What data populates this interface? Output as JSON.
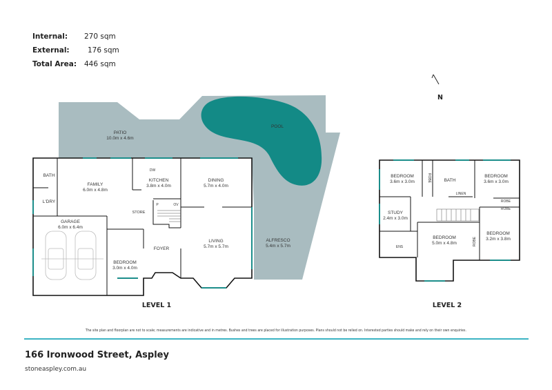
{
  "summary": {
    "internal_label": "Internal:",
    "internal_value": "270 sqm",
    "external_label": "External:",
    "external_value": "176 sqm",
    "total_label": "Total Area:",
    "total_value": "446 sqm"
  },
  "compass": {
    "label": "N"
  },
  "level1": {
    "title": "LEVEL 1",
    "rooms": {
      "patio": {
        "name": "PATIO",
        "size": "10.0m x 4.6m"
      },
      "pool": {
        "name": "POOL"
      },
      "bath": {
        "name": "BATH"
      },
      "family": {
        "name": "FAMILY",
        "size": "6.0m x 4.8m"
      },
      "kitchen": {
        "name": "KITCHEN",
        "size": "3.8m x 4.0m"
      },
      "dw": {
        "name": "DW"
      },
      "dining": {
        "name": "DINING",
        "size": "5.7m x 4.0m"
      },
      "ldry": {
        "name": "L'DRY"
      },
      "store": {
        "name": "STORE"
      },
      "pantry": {
        "name": "P"
      },
      "oven": {
        "name": "OV"
      },
      "garage": {
        "name": "GARAGE",
        "size": "6.0m x 6.4m"
      },
      "foyer": {
        "name": "FOYER"
      },
      "living": {
        "name": "LIVING",
        "size": "5.7m x 5.7m"
      },
      "alfresco": {
        "name": "ALFRESCO",
        "size": "5.4m x 5.7m"
      },
      "bedroom": {
        "name": "BEDROOM",
        "size": "3.0m x 4.0m"
      }
    }
  },
  "level2": {
    "title": "LEVEL 2",
    "rooms": {
      "bedroom_tl": {
        "name": "BEDROOM",
        "size": "3.6m x 3.0m"
      },
      "robe_tl": {
        "name": "ROBE"
      },
      "bath": {
        "name": "BATH"
      },
      "linen": {
        "name": "LINEN"
      },
      "bedroom_tr": {
        "name": "BEDROOM",
        "size": "3.6m x 3.0m"
      },
      "robe_r1": {
        "name": "ROBE"
      },
      "robe_r2": {
        "name": "ROBE"
      },
      "study": {
        "name": "STUDY",
        "size": "2.4m x 3.0m"
      },
      "ens": {
        "name": "ENS"
      },
      "bedroom_c": {
        "name": "BEDROOM",
        "size": "5.0m x 4.8m"
      },
      "robe_c": {
        "name": "ROBE"
      },
      "bedroom_r": {
        "name": "BEDROOM",
        "size": "3.2m x 3.8m"
      }
    }
  },
  "disclaimer": "The site plan and floorplan are not to scale; measurements are indicative and in metres. Bushes and trees are placed for illustration purposes. Plans should not be relied on. Interested parties should make and rely on their own enquiries.",
  "footer": {
    "address": "166 Ironwood Street, Aspley",
    "website": "stoneaspley.com.au"
  },
  "colors": {
    "outdoor": "#a9bcc0",
    "pool": "#138a86",
    "accent": "#3bb3c3",
    "window": "#1b8d8a",
    "wall": "#111111"
  }
}
